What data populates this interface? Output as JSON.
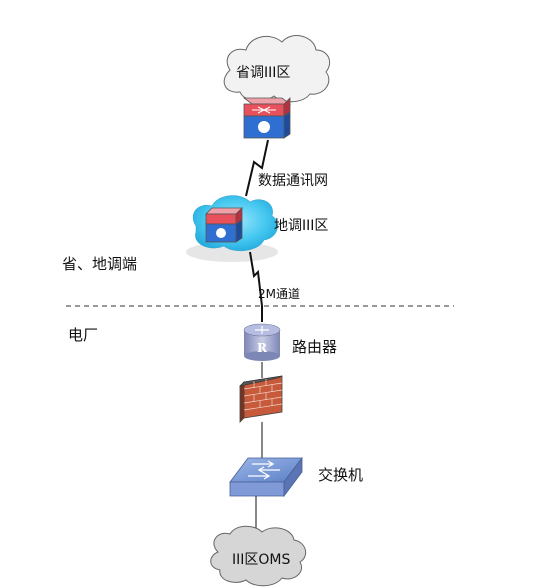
{
  "labels": {
    "provincial_zone": "省调III区",
    "data_network": "数据通讯网",
    "district_zone": "地调III区",
    "side_label": "省、地调端",
    "channel_2m": "2M通道",
    "power_plant": "电厂",
    "router": "路由器",
    "switch": "交换机",
    "oms_zone": "III区OMS"
  },
  "colors": {
    "cloud_fill_light": "#f2f2f2",
    "cloud_fill_blue": "#5fd3f5",
    "device_red": "#e8505b",
    "device_blue": "#2f6fd1",
    "brick": "#c85a3c",
    "router_body": "#9aa3c9"
  },
  "icons": [
    "cloud",
    "firewall-device",
    "router",
    "brick-firewall",
    "switch"
  ]
}
